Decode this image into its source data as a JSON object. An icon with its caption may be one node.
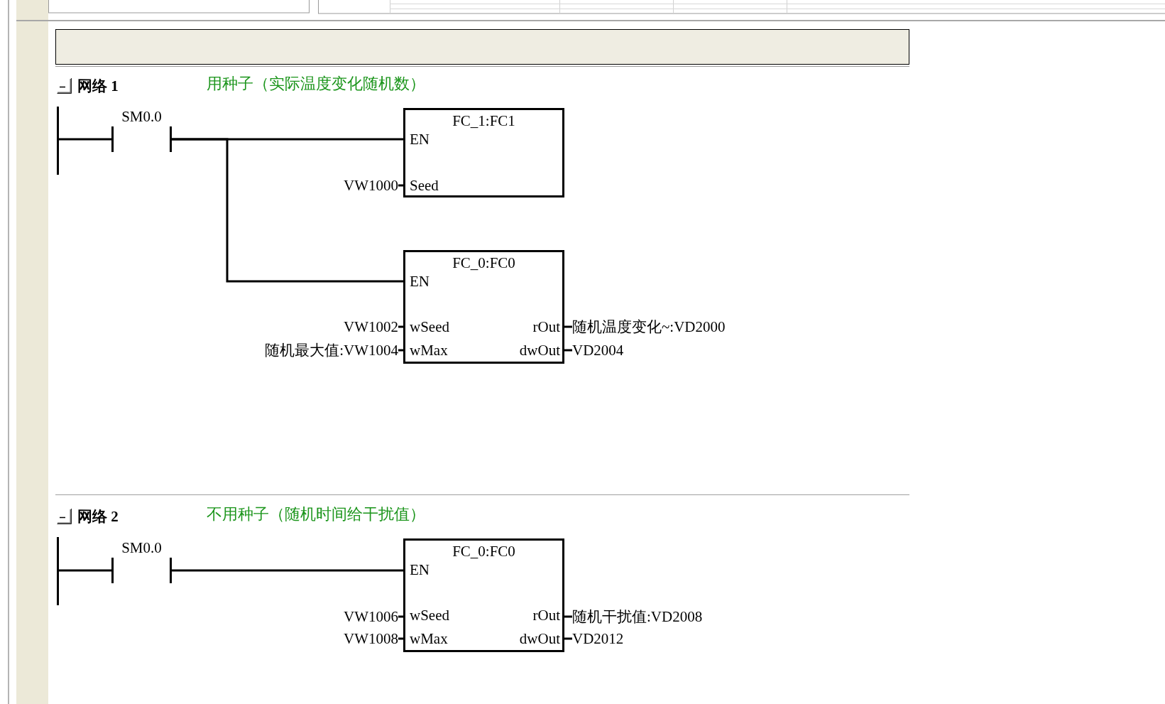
{
  "diagram": {
    "nodes": [
      {
        "text": [],
        "shape": "bar"
      },
      {
        "text": [
          "SM0.0"
        ]
      },
      {
        "text": [
          "FC_1:FC1",
          "EN",
          "Seed"
        ]
      },
      {
        "text": [
          "VW1000"
        ]
      },
      {
        "text": [
          "FC_0:FC0",
          "EN",
          "wSeed",
          "rOut",
          "wMax",
          "dwOut"
        ]
      },
      {
        "text": [
          "VW1002"
        ]
      },
      {
        "text": [
          "随机温度变化~:VD2000"
        ]
      },
      {
        "text": [
          "随机最大值:VW1004"
        ]
      },
      {
        "text": [
          "VD2004"
        ]
      },
      {
        "text": [],
        "shape": "bar"
      },
      {
        "text": [
          "SM0.0"
        ]
      },
      {
        "text": [
          "FC_0:FC0",
          "EN",
          "wSeed",
          "rOut",
          "wMax",
          "dwOut"
        ]
      },
      {
        "text": [
          "VW1006"
        ]
      },
      {
        "text": [
          "随机干扰值:VD2008"
        ]
      },
      {
        "text": [
          "VW1008"
        ]
      },
      {
        "text": [
          "VD2012"
        ]
      }
    ],
    "edges": [
      {
        "from": 0,
        "to": 1,
        "arrow": "none"
      },
      {
        "from": 1,
        "to": 2,
        "arrow": "none"
      },
      {
        "from": 1,
        "to": 4,
        "arrow": "none"
      },
      {
        "from": 3,
        "to": 2,
        "arrow": "none"
      },
      {
        "from": 5,
        "to": 4,
        "arrow": "none"
      },
      {
        "from": 7,
        "to": 4,
        "arrow": "none"
      },
      {
        "from": 4,
        "to": 6,
        "arrow": "none"
      },
      {
        "from": 4,
        "to": 8,
        "arrow": "none"
      },
      {
        "from": 9,
        "to": 10,
        "arrow": "none"
      },
      {
        "from": 10,
        "to": 11,
        "arrow": "none"
      },
      {
        "from": 12,
        "to": 11,
        "arrow": "none"
      },
      {
        "from": 14,
        "to": 11,
        "arrow": "none"
      },
      {
        "from": 11,
        "to": 13,
        "arrow": "none"
      },
      {
        "from": 11,
        "to": 15,
        "arrow": "none"
      }
    ],
    "labels": [
      "网络 1",
      "用种子（实际温度变化随机数）",
      "网络 2",
      "不用种子（随机时间给干扰值）"
    ]
  }
}
